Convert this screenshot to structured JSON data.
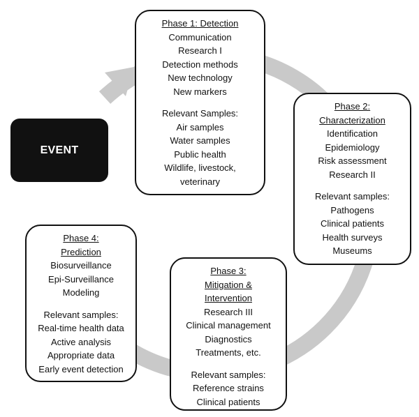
{
  "event": {
    "label": "EVENT"
  },
  "phases": [
    {
      "title": "Phase 1: Detection",
      "items": [
        "Communication",
        "Research I",
        "Detection methods",
        "New technology",
        "New markers"
      ],
      "samples_label": "Relevant Samples:",
      "samples": [
        "Air samples",
        "Water samples",
        "Public health",
        "Wildlife, livestock,\nveterinary"
      ]
    },
    {
      "title": "Phase 2:\nCharacterization",
      "items": [
        "Identification",
        "Epidemiology",
        "Risk assessment",
        "Research II"
      ],
      "samples_label": "Relevant samples:",
      "samples": [
        "Pathogens",
        "Clinical patients",
        "Health surveys",
        "Museums"
      ]
    },
    {
      "title": "Phase 3:\nMitigation &\nIntervention",
      "items": [
        "Research III",
        "Clinical management",
        "Diagnostics",
        "Treatments, etc."
      ],
      "samples_label": "Relevant samples:",
      "samples": [
        "Reference strains",
        "Clinical patients"
      ]
    },
    {
      "title": "Phase 4:\nPrediction",
      "items": [
        "Biosurveillance",
        "Epi-Surveillance",
        "Modeling"
      ],
      "samples_label": "Relevant samples:",
      "samples": [
        "Real-time health data",
        "Active analysis",
        "Appropriate data",
        "Early event detection"
      ]
    }
  ],
  "colors": {
    "ring": "#c9c9c9",
    "box_border": "#111111",
    "event_fill": "#111111",
    "event_text": "#ffffff"
  }
}
